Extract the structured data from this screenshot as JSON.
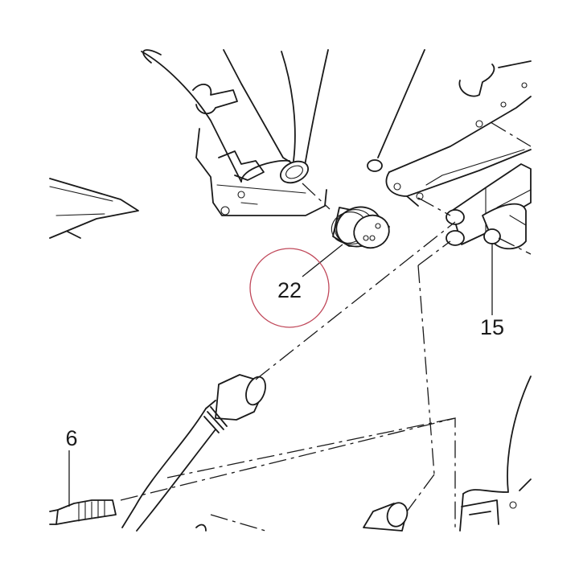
{
  "callouts": [
    {
      "id": "part-22",
      "label": "22",
      "highlighted": true
    },
    {
      "id": "part-15",
      "label": "15",
      "highlighted": false
    },
    {
      "id": "part-6",
      "label": "6",
      "highlighted": false
    }
  ],
  "colors": {
    "line": "#1a1a1a",
    "background": "#ffffff",
    "highlight_circle": "#c0485a"
  }
}
